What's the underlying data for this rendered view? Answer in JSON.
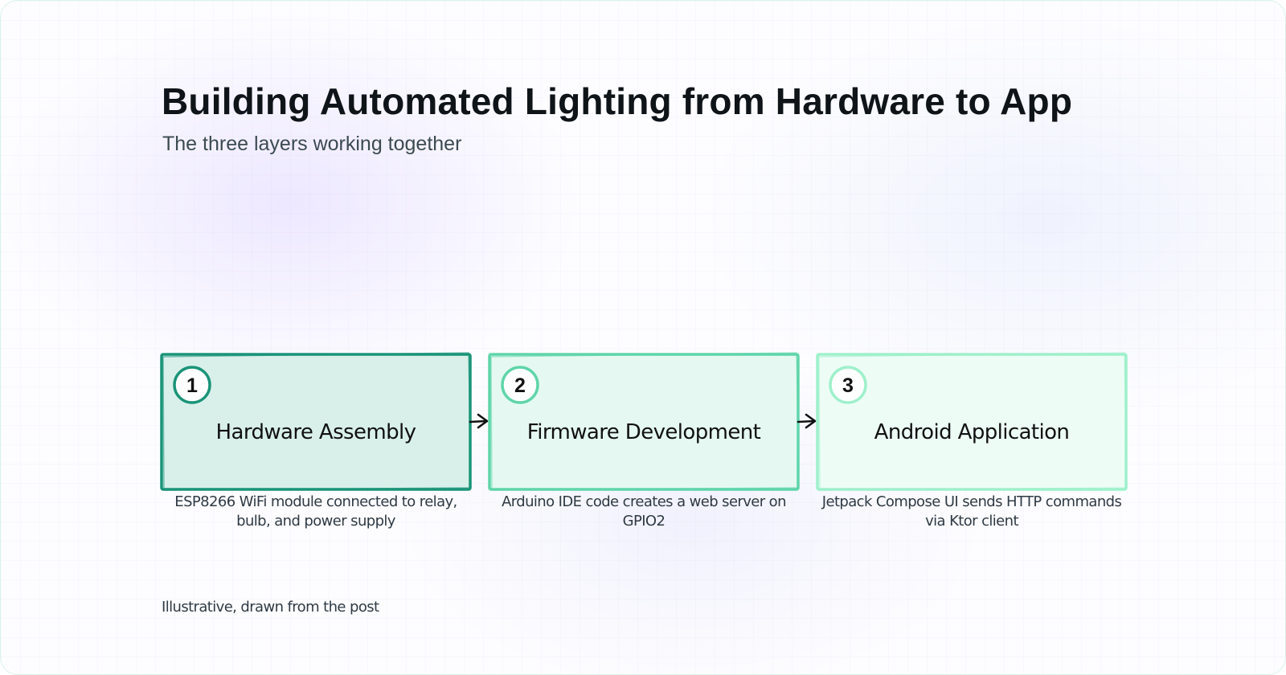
{
  "title": "Building Automated Lighting from Hardware to App",
  "subtitle": "The three layers working together",
  "steps": [
    {
      "number": "1",
      "label": "Hardware Assembly",
      "description": "ESP8266 WiFi module connected to relay, bulb, and power supply",
      "fill": "#d9f0ea",
      "stroke": "#1a9478"
    },
    {
      "number": "2",
      "label": "Firmware Development",
      "description": "Arduino IDE code creates a web server on GPIO2",
      "fill": "#e5f9f2",
      "stroke": "#5fd5aa"
    },
    {
      "number": "3",
      "label": "Android Application",
      "description": "Jetpack Compose UI sends HTTP commands via Ktor client",
      "fill": "#edfdf6",
      "stroke": "#9ef0cb"
    }
  ],
  "footnote": "Illustrative, drawn from the post"
}
